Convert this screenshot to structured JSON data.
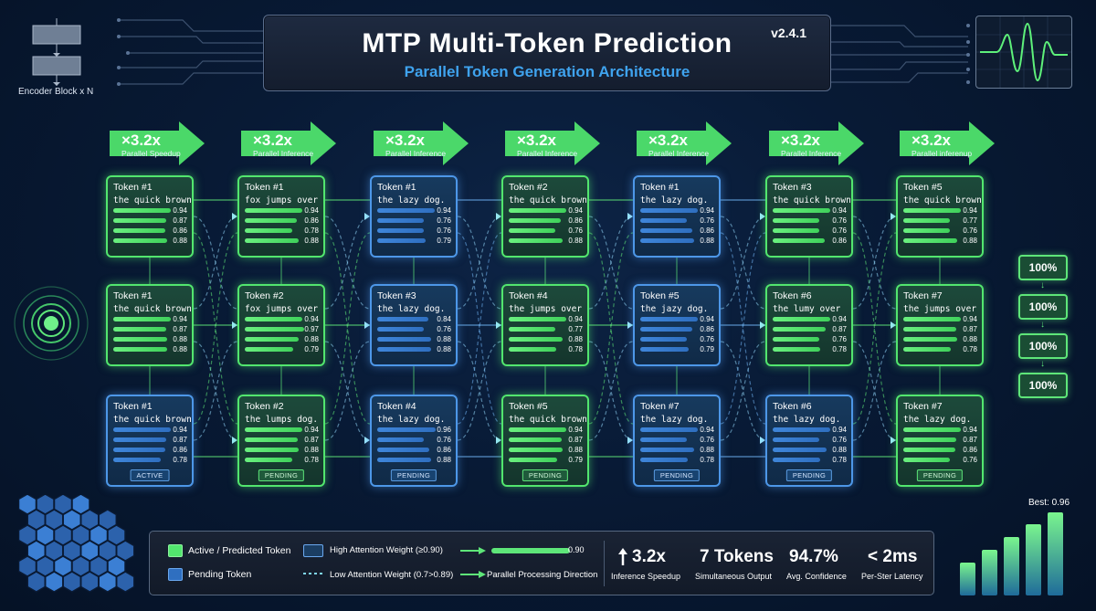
{
  "header": {
    "title": "MTP Multi-Token Prediction",
    "subtitle": "Parallel Token Generation Architecture",
    "version": "v2.4.1"
  },
  "encoder_label": "Encoder Block x N",
  "speedups": [
    {
      "value": "×3.2x",
      "label": "Parallel Speedup"
    },
    {
      "value": "×3.2x",
      "label": "Parallel Inference"
    },
    {
      "value": "×3.2x",
      "label": "Parallel Inference"
    },
    {
      "value": "×3.2x",
      "label": "Parallel Inference"
    },
    {
      "value": "×3.2x",
      "label": "Parallel Inference"
    },
    {
      "value": "×3.2x",
      "label": "Parallel Inference"
    },
    {
      "value": "×3.2x",
      "label": "Parallel inferenup"
    }
  ],
  "columns": [
    {
      "cards": [
        {
          "title": "Token #1",
          "text": "the quick brown",
          "color": "green",
          "values": [
            "0.94",
            "0.87",
            "0.86",
            "0.88"
          ]
        },
        {
          "title": "Token #1",
          "text": "the quick brown",
          "color": "green",
          "values": [
            "0.94",
            "0.87",
            "0.88",
            "0.88"
          ]
        },
        {
          "title": "Token #1",
          "text": "the quick brown",
          "color": "blue",
          "values": [
            "0.94",
            "0.87",
            "0.86",
            "0.78"
          ],
          "status": "ACTIVE"
        }
      ]
    },
    {
      "cards": [
        {
          "title": "Token #1",
          "text": "fox jumps over",
          "color": "green",
          "values": [
            "0.94",
            "0.86",
            "0.78",
            "0.88"
          ]
        },
        {
          "title": "Token #2",
          "text": "fox jumps over",
          "color": "green",
          "values": [
            "0.94",
            "0.97",
            "0.88",
            "0.79"
          ]
        },
        {
          "title": "Token #2",
          "text": "the lumps dog.",
          "color": "green",
          "values": [
            "0.94",
            "0.87",
            "0.88",
            "0.78"
          ],
          "status": "PENDING"
        }
      ]
    },
    {
      "cards": [
        {
          "title": "Token #1",
          "text": "the lazy dog.",
          "color": "blue",
          "values": [
            "0.94",
            "0.76",
            "0.76",
            "0.79"
          ]
        },
        {
          "title": "Token #3",
          "text": "the lazy dog.",
          "color": "blue",
          "values": [
            "0.84",
            "0.76",
            "0.88",
            "0.88"
          ]
        },
        {
          "title": "Token #4",
          "text": "the lazy dog.",
          "color": "blue",
          "values": [
            "0.96",
            "0.76",
            "0.86",
            "0.88"
          ],
          "status": "PENDING"
        }
      ]
    },
    {
      "cards": [
        {
          "title": "Token #2",
          "text": "the quick brown",
          "color": "green",
          "values": [
            "0.94",
            "0.86",
            "0.76",
            "0.88"
          ]
        },
        {
          "title": "Token #4",
          "text": "the jumps over",
          "color": "green",
          "values": [
            "0.94",
            "0.77",
            "0.88",
            "0.78"
          ]
        },
        {
          "title": "Token #5",
          "text": "the quick brown",
          "color": "green",
          "values": [
            "0.94",
            "0.87",
            "0.88",
            "0.79"
          ],
          "status": "PENDING"
        }
      ]
    },
    {
      "cards": [
        {
          "title": "Token #1",
          "text": "the lazy dog.",
          "color": "blue",
          "values": [
            "0.94",
            "0.76",
            "0.86",
            "0.88"
          ]
        },
        {
          "title": "Token #5",
          "text": "the jazy dog.",
          "color": "blue",
          "values": [
            "0.94",
            "0.86",
            "0.76",
            "0.79"
          ]
        },
        {
          "title": "Token #7",
          "text": "the lazy dog.",
          "color": "blue",
          "values": [
            "0.94",
            "0.76",
            "0.88",
            "0.78"
          ],
          "status": "PENDING"
        }
      ]
    },
    {
      "cards": [
        {
          "title": "Token #3",
          "text": "the quick brown",
          "color": "green",
          "values": [
            "0.94",
            "0.76",
            "0.76",
            "0.86"
          ]
        },
        {
          "title": "Token #6",
          "text": "the lumy over",
          "color": "green",
          "values": [
            "0.94",
            "0.87",
            "0.76",
            "0.78"
          ]
        },
        {
          "title": "Token #6",
          "text": "the lazy dog.",
          "color": "blue",
          "values": [
            "0.94",
            "0.76",
            "0.88",
            "0.78"
          ],
          "status": "PENDING"
        }
      ]
    },
    {
      "cards": [
        {
          "title": "Token #5",
          "text": "the quick brown",
          "color": "green",
          "values": [
            "0.94",
            "0.77",
            "0.76",
            "0.88"
          ]
        },
        {
          "title": "Token #7",
          "text": "the jumps over",
          "color": "green",
          "values": [
            "0.94",
            "0.87",
            "0.88",
            "0.78"
          ]
        },
        {
          "title": "Token #7",
          "text": "the lazy dog.",
          "color": "green",
          "values": [
            "0.94",
            "0.87",
            "0.86",
            "0.76"
          ],
          "status": "PENDING"
        }
      ]
    }
  ],
  "progress": [
    "100%",
    "100%",
    "100%",
    "100%"
  ],
  "legend": {
    "active_label": "Active / Predicted Token",
    "pending_label": "Pending Token",
    "high_label": "High Attention Weight (≥0.90)",
    "low_label": "Low Attention Weight (0.7>0.89)",
    "bar_value": "0.90",
    "direction_label": "Parallel Processing Direction"
  },
  "stats": [
    {
      "value": "3.2x",
      "label": "Inference Speedup",
      "icon": "up-arrow-icon"
    },
    {
      "value": "7 Tokens",
      "label": "Simultaneous Output"
    },
    {
      "value": "94.7%",
      "label": "Avg. Confidence"
    },
    {
      "value": "< 2ms",
      "label": "Per-Ster Latency"
    }
  ],
  "best_label": "Best: 0.96",
  "colors": {
    "green": "#52e66e",
    "blue": "#4d97e8",
    "accent": "#3fa3ee"
  }
}
